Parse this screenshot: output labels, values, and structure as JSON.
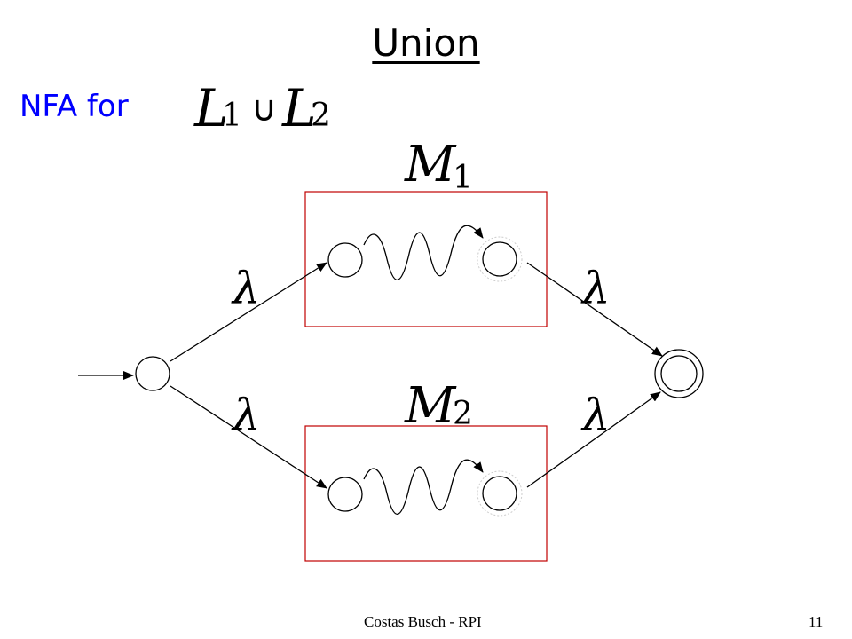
{
  "slide": {
    "title": "Union",
    "subtitle_prefix": "NFA for"
  },
  "expression": {
    "l1_letter": "L",
    "l1_sub": "1",
    "union_symbol": "∪",
    "l2_letter": "L",
    "l2_sub": "2"
  },
  "diagram": {
    "m1_letter": "M",
    "m1_sub": "1",
    "m2_letter": "M",
    "m2_sub": "2",
    "lambda_label": "λ"
  },
  "footer": {
    "author": "Costas Busch - RPI",
    "page_number": "11"
  },
  "colors": {
    "subtitle": "#0000ff",
    "machine_box_border": "#c00000",
    "ink": "#000000"
  }
}
